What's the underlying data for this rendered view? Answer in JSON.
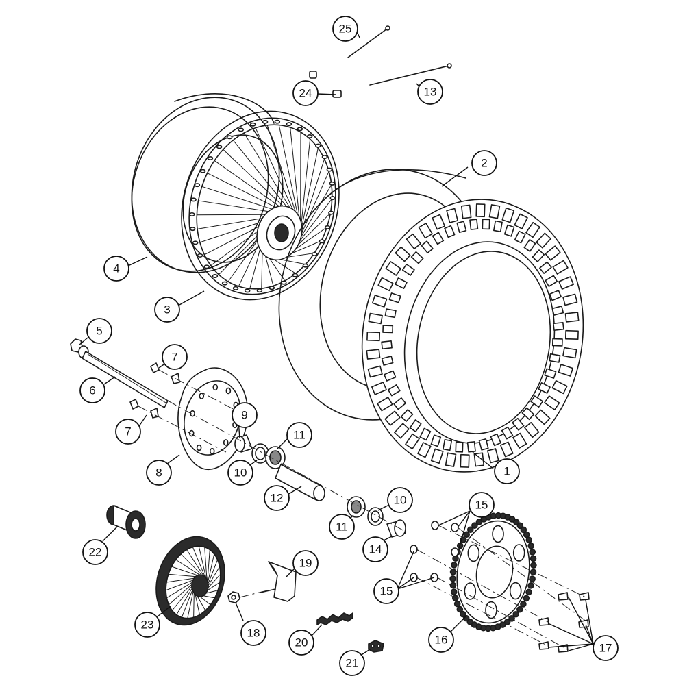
{
  "parts": [
    {
      "id": "1",
      "label": "1"
    },
    {
      "id": "2",
      "label": "2"
    },
    {
      "id": "3",
      "label": "3"
    },
    {
      "id": "4",
      "label": "4"
    },
    {
      "id": "5",
      "label": "5"
    },
    {
      "id": "6",
      "label": "6"
    },
    {
      "id": "7a",
      "label": "7"
    },
    {
      "id": "7b",
      "label": "7"
    },
    {
      "id": "8",
      "label": "8"
    },
    {
      "id": "9",
      "label": "9"
    },
    {
      "id": "10a",
      "label": "10"
    },
    {
      "id": "10b",
      "label": "10"
    },
    {
      "id": "11a",
      "label": "11"
    },
    {
      "id": "11b",
      "label": "11"
    },
    {
      "id": "12",
      "label": "12"
    },
    {
      "id": "13",
      "label": "13"
    },
    {
      "id": "14",
      "label": "14"
    },
    {
      "id": "15a",
      "label": "15"
    },
    {
      "id": "15b",
      "label": "15"
    },
    {
      "id": "16",
      "label": "16"
    },
    {
      "id": "17",
      "label": "17"
    },
    {
      "id": "18",
      "label": "18"
    },
    {
      "id": "19",
      "label": "19"
    },
    {
      "id": "20",
      "label": "20"
    },
    {
      "id": "21",
      "label": "21"
    },
    {
      "id": "22",
      "label": "22"
    },
    {
      "id": "23",
      "label": "23"
    },
    {
      "id": "24",
      "label": "24"
    },
    {
      "id": "25",
      "label": "25"
    }
  ]
}
